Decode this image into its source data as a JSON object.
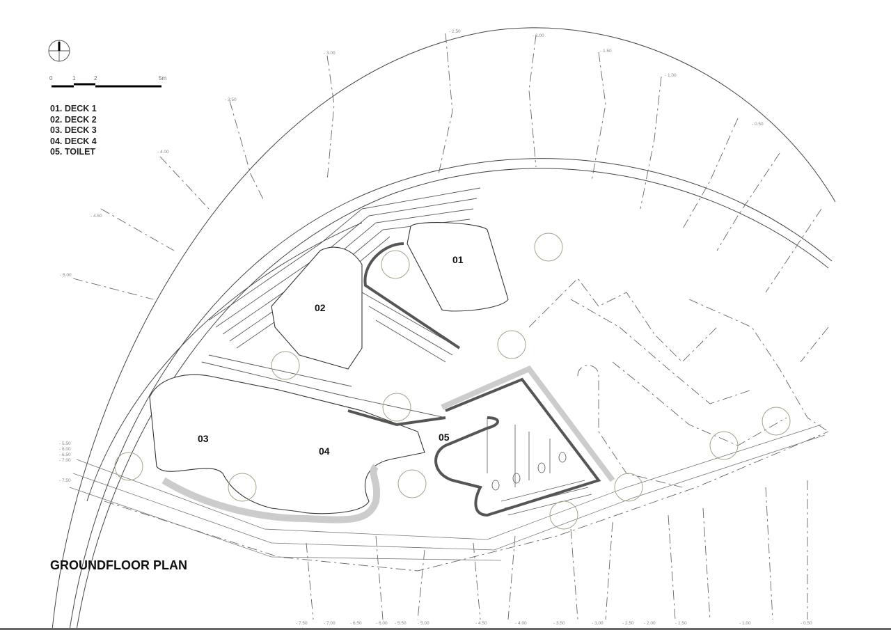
{
  "title": "GROUNDFLOOR PLAN",
  "scale_bar": {
    "labels": [
      "0",
      "1",
      "2",
      "5m"
    ]
  },
  "legend": [
    "01. DECK 1",
    "02. DECK 2",
    "03. DECK 3",
    "04. DECK 4",
    "05. TOILET"
  ],
  "rooms": [
    "01",
    "02",
    "03",
    "04",
    "05"
  ],
  "contours_top": [
    "- 3.00",
    "- 2.50",
    "- 2.00",
    "- 1.50",
    "- 1.00",
    "- 0.50",
    "- 3.50",
    "- 4.00",
    "- 4.50",
    "- 5.00"
  ],
  "contours_left": [
    "- 5.50",
    "- 6.00",
    "- 6.50",
    "- 7.00",
    "- 7.50"
  ],
  "contours_bottom": [
    "- 7.50",
    "- 7.00",
    "- 6.50",
    "- 6.00",
    "- 5.50",
    "- 5.00",
    "- 4.50",
    "- 4.00",
    "- 3.50",
    "- 3.00",
    "- 2.50",
    "- 2.00",
    "- 1.50",
    "- 1.00",
    "- 0.50"
  ],
  "colors": {
    "line": "#333333",
    "wall": "#555555",
    "vegetation": "#9aa88a"
  }
}
